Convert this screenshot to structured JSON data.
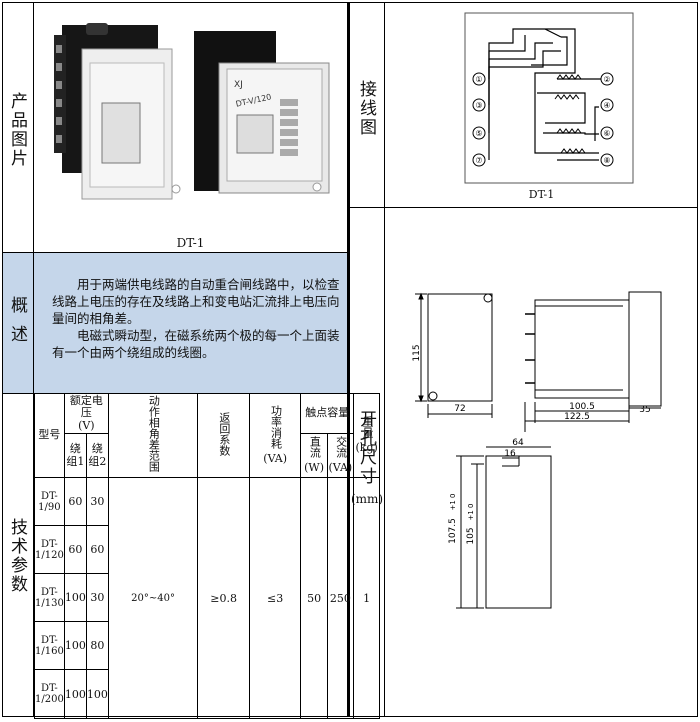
{
  "labels": {
    "product_photo": "产品图片",
    "wiring": "接线图",
    "overview": "概述",
    "tech_params": "技术参数",
    "cutout": "开孔尺寸",
    "cutout_unit": "(mm)"
  },
  "captions": {
    "photo": "DT-1",
    "wiring": "DT-1"
  },
  "overview": {
    "para1": "用于两端供电线路的自动重合闸线路中，以检查线路上电压的存在及线路上和变电站汇流排上电压向量间的相角差。",
    "para2": "电磁式瞬动型，在磁系统两个极的每一个上面装有一个由两个绕组成的线圈。"
  },
  "photo": {
    "relay_brand": "XJ",
    "relay_text": "DT-V/120"
  },
  "table": {
    "headers": {
      "model": "型号",
      "rated_voltage": "额定电压",
      "rated_voltage_unit": "(V)",
      "coil1": "绕组1",
      "coil2": "绕组2",
      "phase_range": "动作相角差范围",
      "return_coef": "返回系数",
      "power": "功率消耗",
      "power_unit": "(VA)",
      "contact": "触点容量",
      "dc": "直流",
      "dc_unit": "(W)",
      "ac": "交流",
      "ac_unit": "(VA)",
      "weight": "重量",
      "weight_unit": "(kg)"
    },
    "rows": [
      {
        "model": "DT-1/90",
        "coil1": "60",
        "coil2": "30"
      },
      {
        "model": "DT-1/120",
        "coil1": "60",
        "coil2": "60"
      },
      {
        "model": "DT-1/130",
        "coil1": "100",
        "coil2": "30"
      },
      {
        "model": "DT-1/160",
        "coil1": "100",
        "coil2": "80"
      },
      {
        "model": "DT-1/200",
        "coil1": "100",
        "coil2": "100"
      }
    ],
    "shared": {
      "phase_range": "20°~40°",
      "return_coef": "≥0.8",
      "power": "≤3",
      "dc": "50",
      "ac": "250",
      "weight": "1"
    }
  },
  "wiring_terminals": [
    "①",
    "②",
    "③",
    "④",
    "⑤",
    "⑥",
    "⑦",
    "⑧"
  ],
  "dimensions": {
    "height": "115",
    "width": "72",
    "depth1": "100.5",
    "depth2": "122.5",
    "depth3": "35",
    "cut_w": "64",
    "cut_notch": "16",
    "cut_h1": "107.5",
    "cut_h1_tol": "+1 0",
    "cut_h2": "105",
    "cut_h2_tol": "+1 0"
  }
}
